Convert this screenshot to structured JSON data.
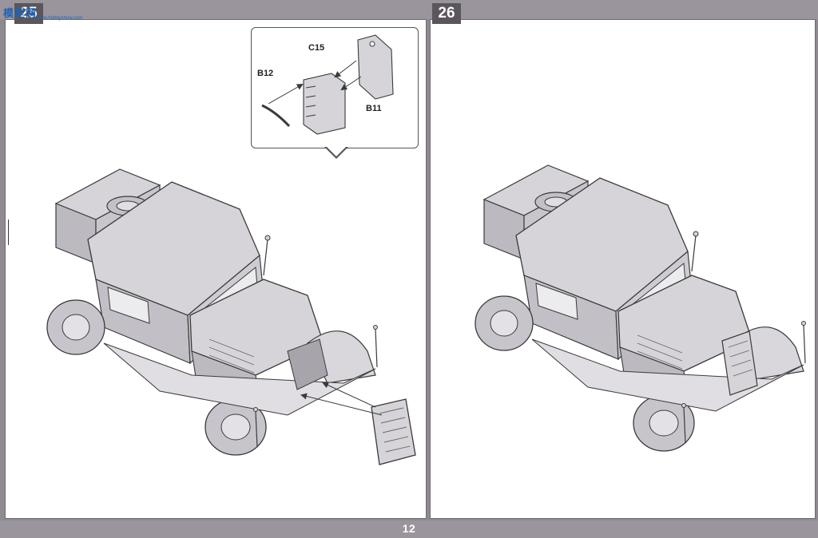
{
  "document": {
    "page_number": "12",
    "watermark": "模型网",
    "watermark_sub": "www.hobbyshow.com",
    "steps": [
      {
        "number": "25"
      },
      {
        "number": "26"
      }
    ],
    "parts": {
      "c15": "C15",
      "b12": "B12",
      "b11": "B11"
    }
  },
  "colors": {
    "model_fill": "#d6d3d9",
    "model_shade": "#b9b5bd",
    "line": "#3a3a3a",
    "band": "#9a959c",
    "badge": "#5a565c",
    "watermark": "#1e63b6"
  }
}
